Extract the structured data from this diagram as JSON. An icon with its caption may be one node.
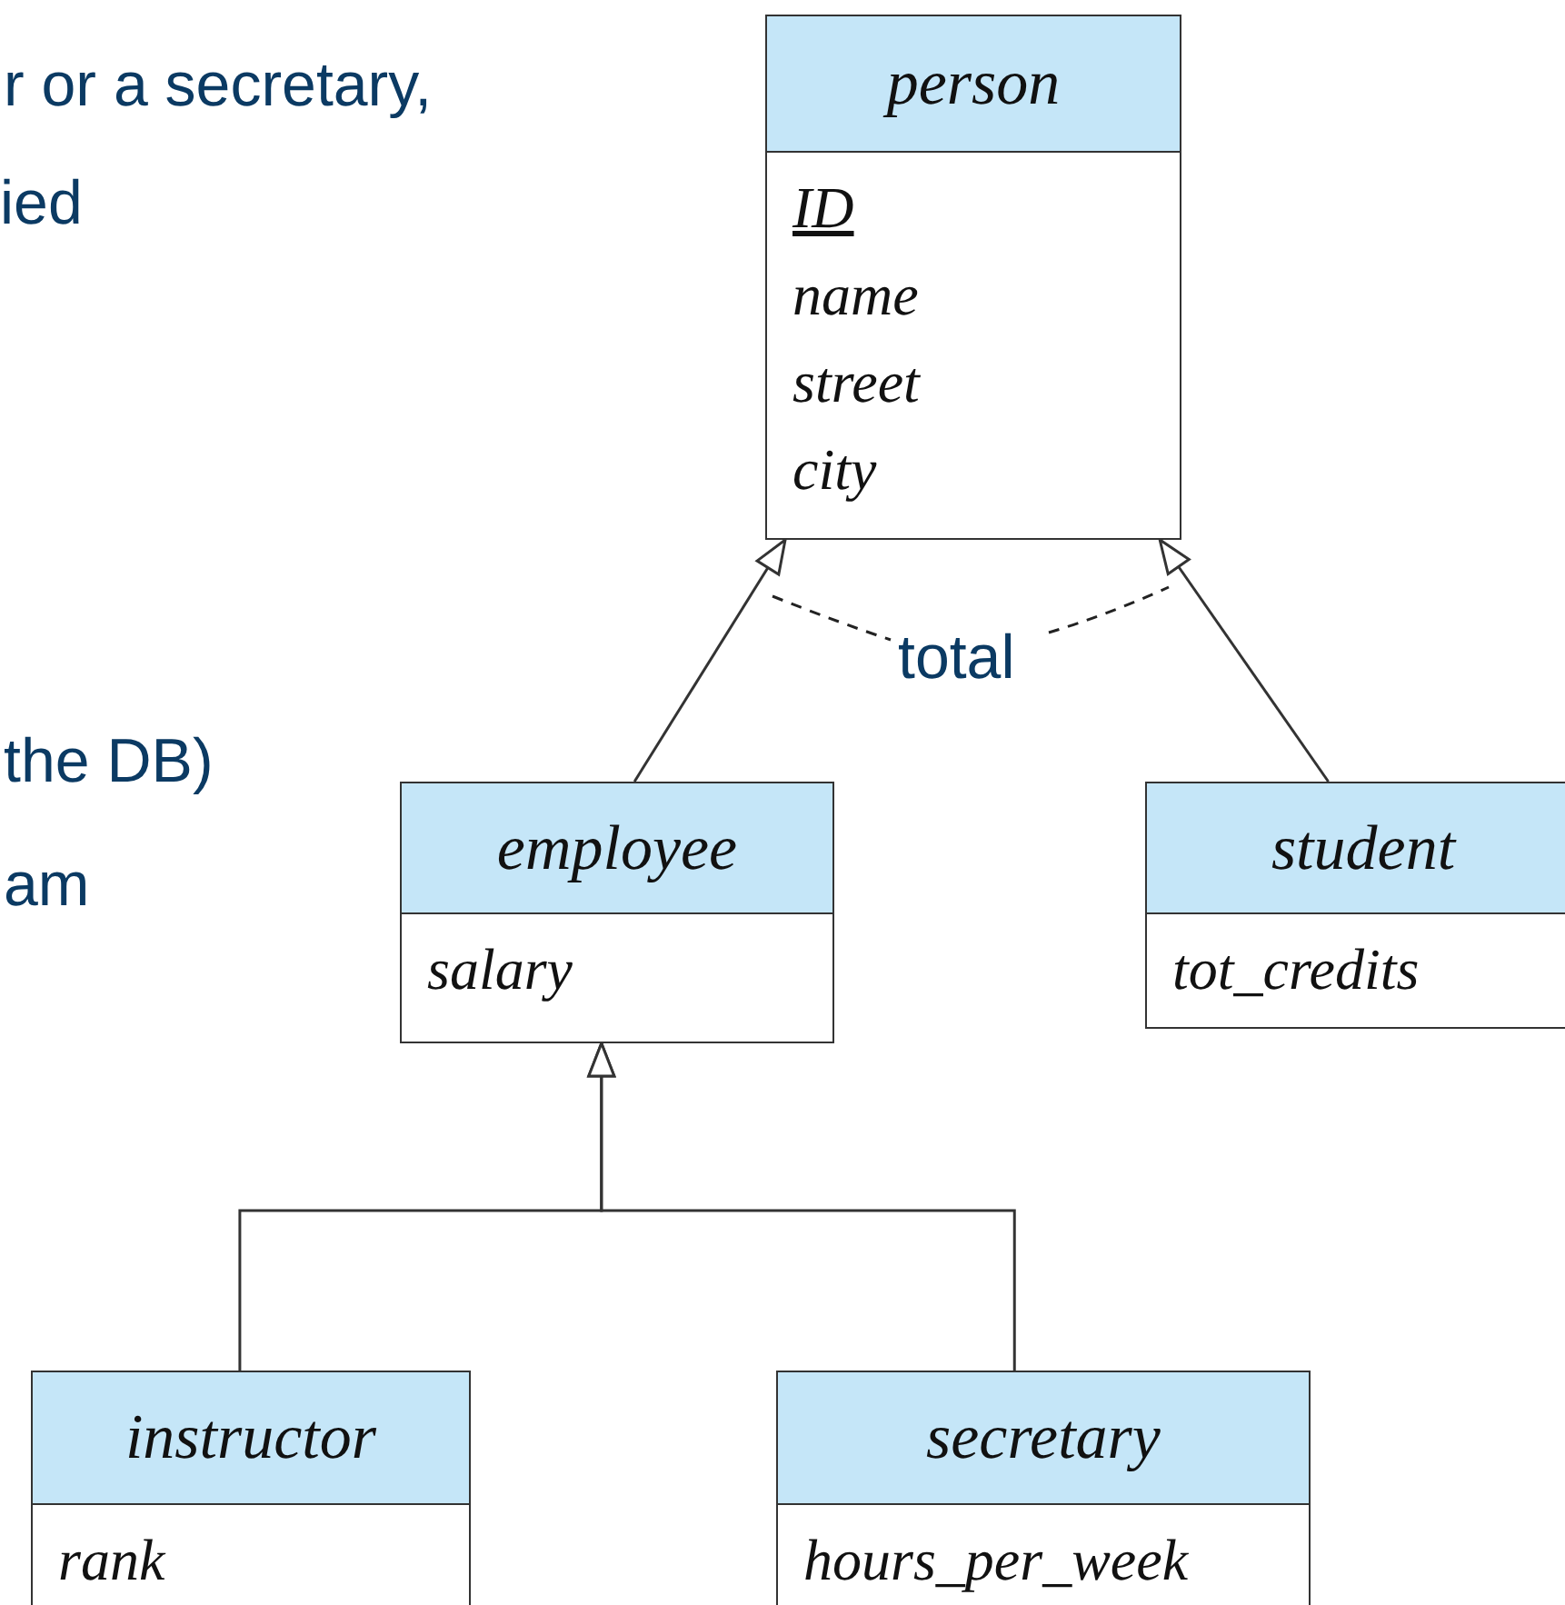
{
  "diagram": {
    "nodes": [
      {
        "text": [
          "person",
          "ID",
          "name",
          "street",
          "city"
        ]
      },
      {
        "text": [
          "employee",
          "salary"
        ]
      },
      {
        "text": [
          "student",
          "tot_credits"
        ]
      },
      {
        "text": [
          "instructor",
          "rank"
        ]
      },
      {
        "text": [
          "secretary",
          "hours_per_week"
        ]
      }
    ],
    "edges": [
      {
        "from": 1,
        "to": 0,
        "arrow": "to"
      },
      {
        "from": 2,
        "to": 0,
        "arrow": "to"
      },
      {
        "from": 3,
        "to": 1,
        "arrow": "to"
      },
      {
        "from": 4,
        "to": 1,
        "arrow": "to"
      }
    ],
    "labels": [
      "r or a secretary,",
      "ied",
      "total",
      "the DB)",
      "am"
    ]
  }
}
